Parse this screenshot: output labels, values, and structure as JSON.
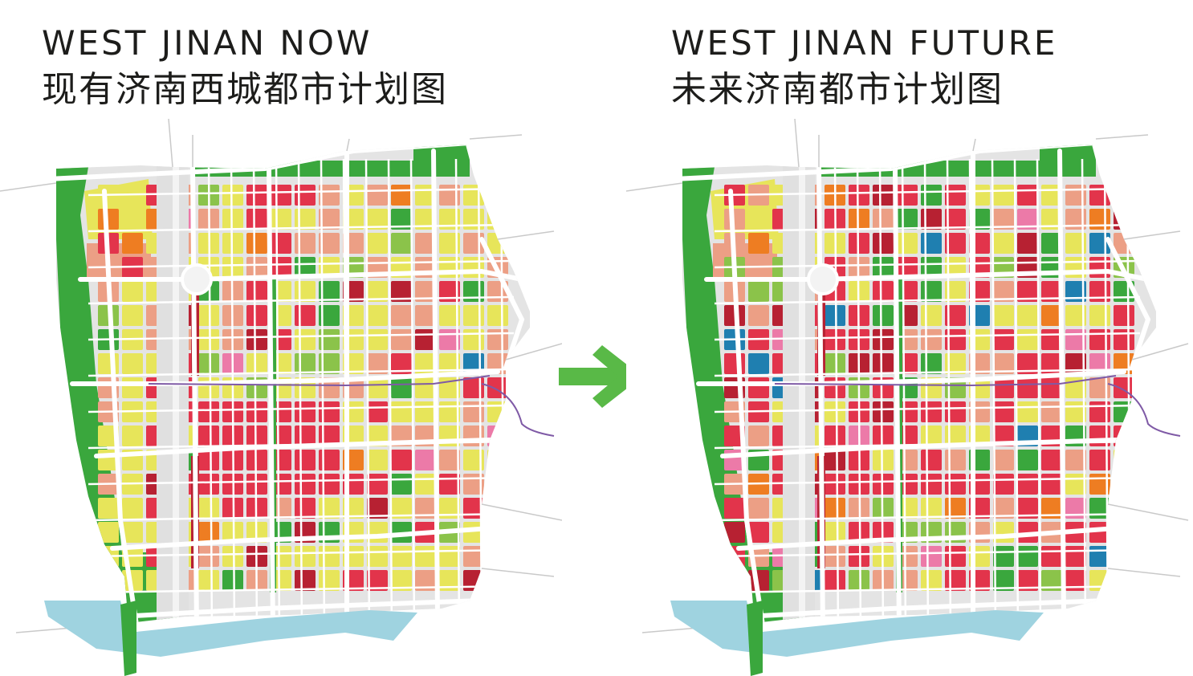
{
  "left_panel": {
    "title_en": "WEST JINAN NOW",
    "title_zh": "现有济南西城都市计划图"
  },
  "right_panel": {
    "title_en": "WEST JINAN FUTURE",
    "title_zh": "未来济南都市计划图"
  },
  "arrow_icon": "right-arrow-icon",
  "colors": {
    "residential_yellow": "#e7e55a",
    "commercial_red": "#e2344b",
    "salmon": "#ec9f85",
    "dark_red": "#b72132",
    "green": "#3aa73d",
    "light_green": "#8bc34a",
    "orange": "#ee7d22",
    "blue": "#1f7fb0",
    "pink": "#ec7aa8",
    "river": "#9fd3e0",
    "road": "#ffffff",
    "background_gray": "#e4e4e4",
    "arrow": "#59b947"
  }
}
